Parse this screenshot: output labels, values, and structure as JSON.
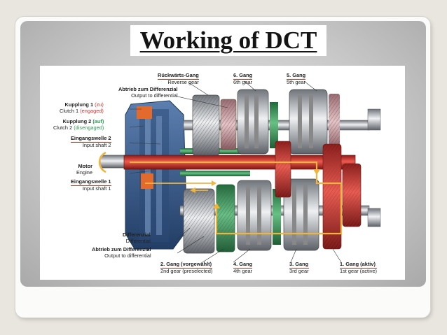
{
  "slide": {
    "title": "Working of DCT"
  },
  "diagram": {
    "labels": {
      "reverse_gear": {
        "de": "Rückwärts-Gang",
        "en": "Reverse gear"
      },
      "gear6": {
        "de": "6. Gang",
        "en": "6th gear"
      },
      "gear5": {
        "de": "5. Gang",
        "en": "5th gear"
      },
      "output_top": {
        "de": "Abtrieb zum Differenzial",
        "en": "Output to differential"
      },
      "clutch1": {
        "de": "Kupplung 1",
        "de_state": "(zu)",
        "en": "Clutch 1",
        "en_state": "(engaged)"
      },
      "clutch2": {
        "de": "Kupplung 2",
        "de_state": "(auf)",
        "en": "Clutch 2",
        "en_state": "(disengaged)"
      },
      "input_shaft2": {
        "de": "Eingangswelle 2",
        "en": "Input shaft 2"
      },
      "motor": {
        "de": "Motor",
        "en": "Engine"
      },
      "input_shaft1": {
        "de": "Eingangswelle 1",
        "en": "Input shaft 1"
      },
      "differential": {
        "de": "Differenzial",
        "en": "Differential"
      },
      "output_bottom": {
        "de": "Abtrieb zum Differenzial",
        "en": "Output to differential"
      },
      "gear2": {
        "de": "2. Gang (vorgewählt)",
        "en": "2nd gear (preselected)"
      },
      "gear4": {
        "de": "4. Gang",
        "en": "4th gear"
      },
      "gear3": {
        "de": "3. Gang",
        "en": "3rd gear"
      },
      "gear1": {
        "de": "1. Gang (aktiv)",
        "en": "1st gear (active)"
      }
    },
    "colors": {
      "active_path": "#d8322c",
      "preselected_path": "#3f9a5a",
      "flow_arrow": "#f2b53b",
      "housing": "#3a5a86",
      "steel": "#a9adb3"
    }
  }
}
